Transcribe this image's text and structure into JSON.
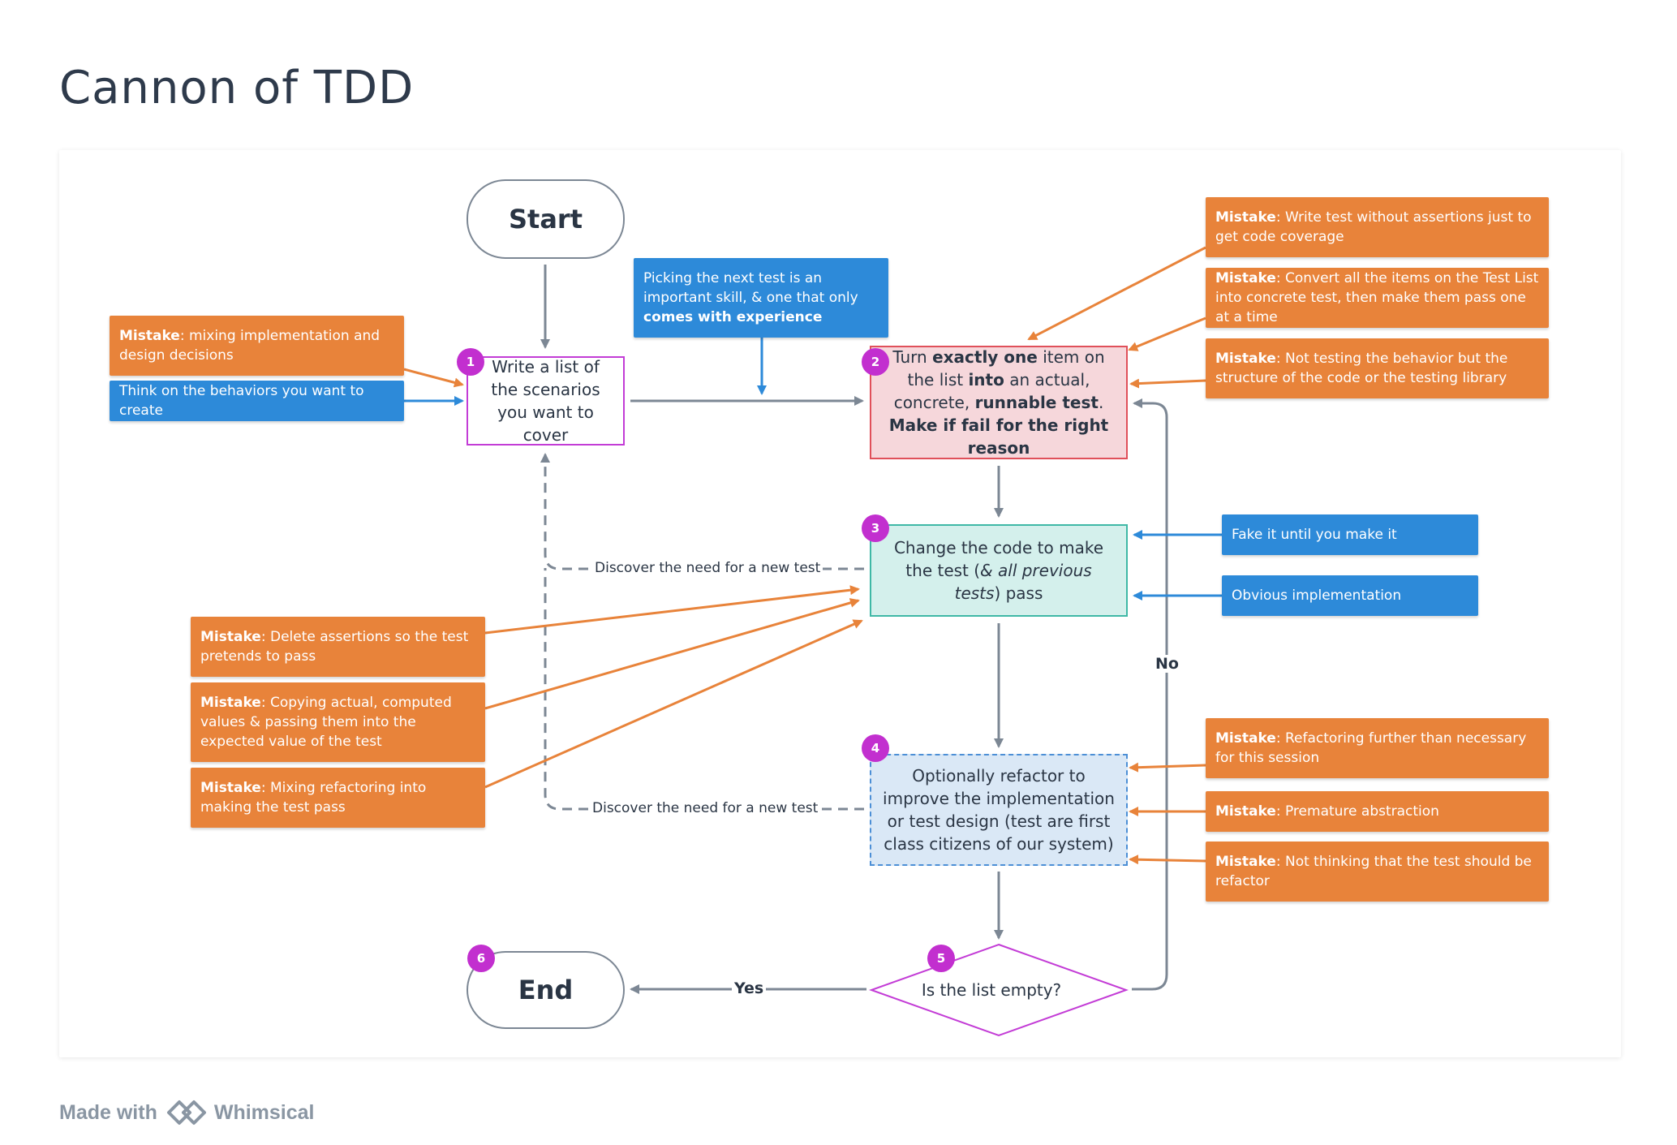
{
  "page": {
    "title": "Cannon of TDD"
  },
  "nodes": {
    "start": "Start",
    "end": "End",
    "step1": "Write a list of the scenarios you want to cover",
    "step2": {
      "t1": "Turn ",
      "b1": "exactly one",
      "t2": " item on the list ",
      "b2": "into",
      "t3": " an actual, concrete, ",
      "b3": "runnable test",
      "t4": ". ",
      "b4": "Make if fail for the right reason"
    },
    "step3": {
      "t1": "Change the code to make the test (",
      "i1": "& all previous tests",
      "t2": ") pass"
    },
    "step4": "Optionally refactor to improve the implementation or test design (test are first class citizens of our system)",
    "step5": "Is the list empty?"
  },
  "badges": [
    "1",
    "2",
    "3",
    "4",
    "5",
    "6"
  ],
  "edge_labels": {
    "discover_1": "Discover the need for a new test",
    "discover_2": "Discover the need for a new test",
    "yes": "Yes",
    "no": "No"
  },
  "notes": {
    "m_mixing": {
      "prefix": "Mistake",
      "text": ": mixing implementation and design decisions"
    },
    "b_behaviors": "Think on the behaviors you want to create",
    "b_picking": {
      "t1": "Picking the next test is an important skill, & one that only ",
      "b1": "comes with experience"
    },
    "m_no_assert": {
      "prefix": "Mistake",
      "text": ": Write test without assertions just to get code coverage"
    },
    "m_convert": {
      "prefix": "Mistake",
      "text": ": Convert all the items on the Test List into concrete test, then make them pass one at a time"
    },
    "m_structure": {
      "prefix": "Mistake",
      "text": ": Not testing the behavior but the structure of the code or the testing library"
    },
    "b_fake": "Fake it until you make it",
    "b_obvious": "Obvious implementation",
    "m_delete": {
      "prefix": "Mistake",
      "text": ": Delete assertions so the test pretends to pass"
    },
    "m_copying": {
      "prefix": "Mistake",
      "text": ": Copying actual, computed values & passing them into the expected value of the test"
    },
    "m_mixing_refactor": {
      "prefix": "Mistake",
      "text": ": Mixing refactoring into making the test pass"
    },
    "m_further": {
      "prefix": "Mistake",
      "text": ": Refactoring further than necessary for this session"
    },
    "m_premature": {
      "prefix": "Mistake",
      "text": ": Premature abstraction"
    },
    "m_not_thinking": {
      "prefix": "Mistake",
      "text": ": Not thinking that the test should be refactor"
    }
  },
  "footer": {
    "made_with": "Made with",
    "brand": "Whimsical"
  },
  "colors": {
    "mistake": "#e8833a",
    "tip": "#2d8ad9",
    "badge": "#c22fcf",
    "connector": "#7c8794",
    "step2_fill": "#f6d7db",
    "step3_fill": "#d4f0ec",
    "step4_fill": "#dae8f6"
  }
}
